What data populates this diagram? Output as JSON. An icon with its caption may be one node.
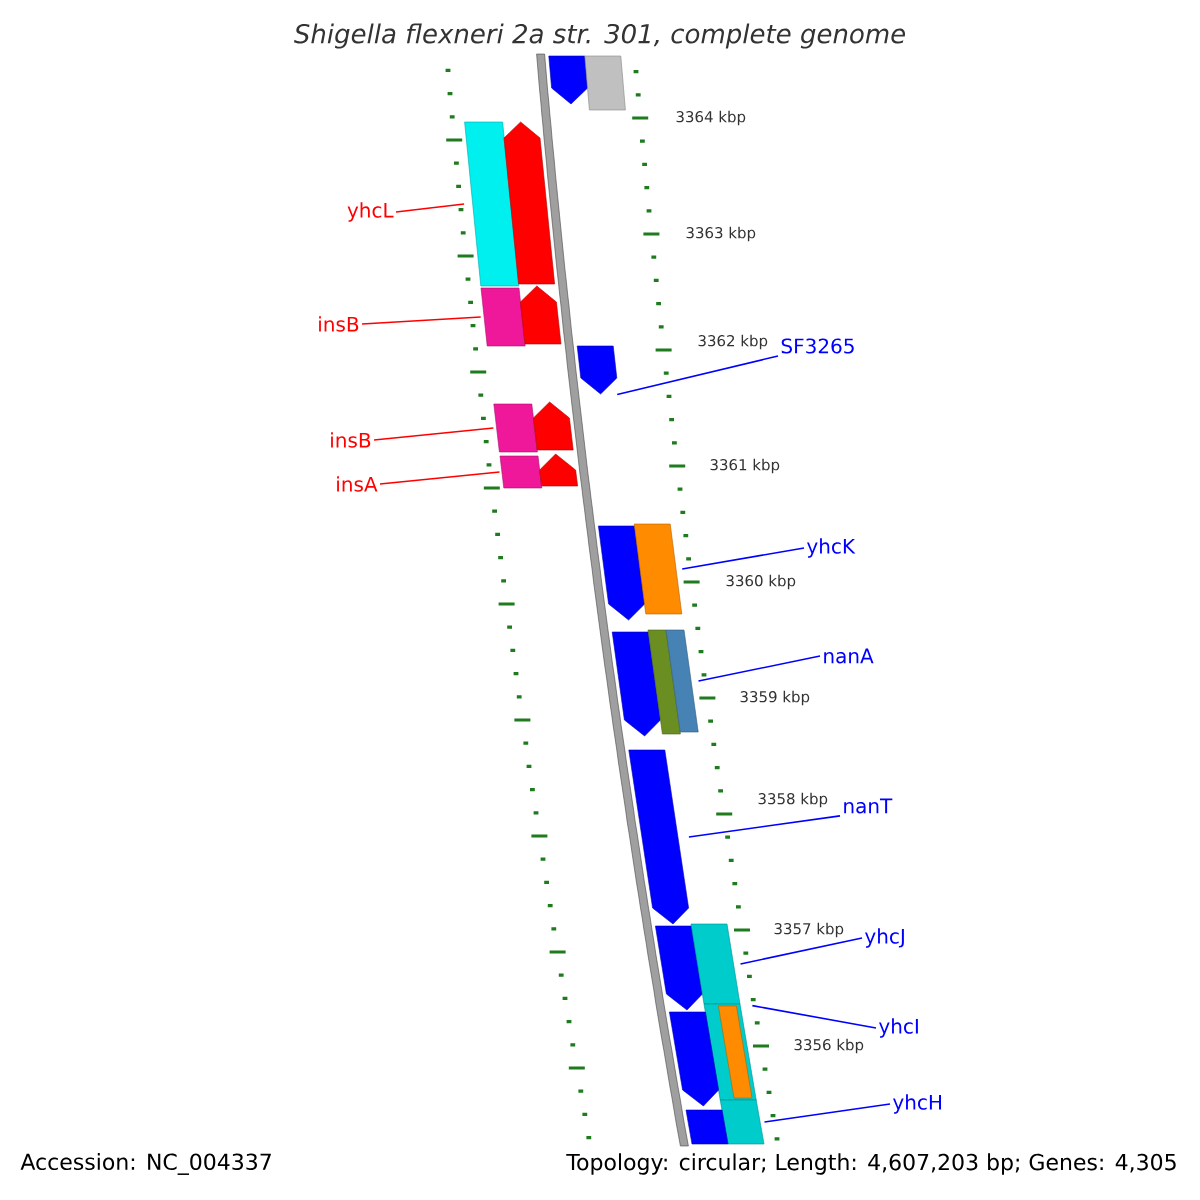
{
  "diagram": {
    "title": "Shigella flexneri 2a str. 301, complete genome",
    "nodes": [
      {
        "text": [],
        "shape": "arrow"
      },
      {
        "text": [],
        "shape": "bar"
      },
      {
        "text": [
          "yhcL"
        ]
      },
      {
        "text": [],
        "shape": "bar"
      },
      {
        "text": [],
        "shape": "arrow"
      },
      {
        "text": [
          "insB"
        ]
      },
      {
        "text": [],
        "shape": "bar"
      },
      {
        "text": [],
        "shape": "arrow"
      },
      {
        "text": [
          "SF3265"
        ]
      },
      {
        "text": [],
        "shape": "arrow"
      },
      {
        "text": [
          "insB"
        ]
      },
      {
        "text": [],
        "shape": "bar"
      },
      {
        "text": [],
        "shape": "arrow"
      },
      {
        "text": [
          "insA"
        ]
      },
      {
        "text": [],
        "shape": "bar"
      },
      {
        "text": [],
        "shape": "arrow"
      },
      {
        "text": [
          "yhcK"
        ]
      },
      {
        "text": [],
        "shape": "arrow"
      },
      {
        "text": [],
        "shape": "bar"
      },
      {
        "text": [
          "nanA"
        ]
      },
      {
        "text": [],
        "shape": "arrow"
      },
      {
        "text": [],
        "shape": "bar"
      },
      {
        "text": [],
        "shape": "bar"
      },
      {
        "text": [
          "nanT"
        ]
      },
      {
        "text": [],
        "shape": "arrow"
      },
      {
        "text": [
          "yhcJ"
        ]
      },
      {
        "text": [],
        "shape": "arrow"
      },
      {
        "text": [],
        "shape": "bar"
      },
      {
        "text": [
          "yhcI"
        ]
      },
      {
        "text": [],
        "shape": "bar"
      },
      {
        "text": [],
        "shape": "bar",
        "in": 29
      },
      {
        "text": [],
        "shape": "arrow"
      },
      {
        "text": [
          "yhcH"
        ]
      },
      {
        "text": [],
        "shape": "bar"
      },
      {
        "text": [],
        "shape": "bar"
      }
    ],
    "edges": [
      {
        "from": 2,
        "to": 3,
        "arrow": "none",
        "color": "#ff0000"
      },
      {
        "from": 5,
        "to": 6,
        "arrow": "none",
        "color": "#ff0000"
      },
      {
        "from": 10,
        "to": 11,
        "arrow": "none",
        "color": "#ff0000"
      },
      {
        "from": 13,
        "to": 14,
        "arrow": "none",
        "color": "#ff0000"
      },
      {
        "from": 8,
        "to": 9,
        "arrow": "none"
      },
      {
        "from": 16,
        "to": 18,
        "arrow": "none"
      },
      {
        "from": 19,
        "to": 22,
        "arrow": "none"
      },
      {
        "from": 23,
        "to": 24,
        "arrow": "none"
      },
      {
        "from": 25,
        "to": 27,
        "arrow": "none"
      },
      {
        "from": 28,
        "to": 30,
        "arrow": "none"
      },
      {
        "from": 32,
        "to": 33,
        "arrow": "none"
      }
    ],
    "labels": [
      "3364 kbp",
      "3363 kbp",
      "3362 kbp",
      "3361 kbp",
      "3360 kbp",
      "3359 kbp",
      "3358 kbp",
      "3357 kbp",
      "3356 kbp",
      "Accession: NC_004337",
      "Topology: circular; Length: 4,607,203 bp; Genes: 4,305"
    ]
  }
}
